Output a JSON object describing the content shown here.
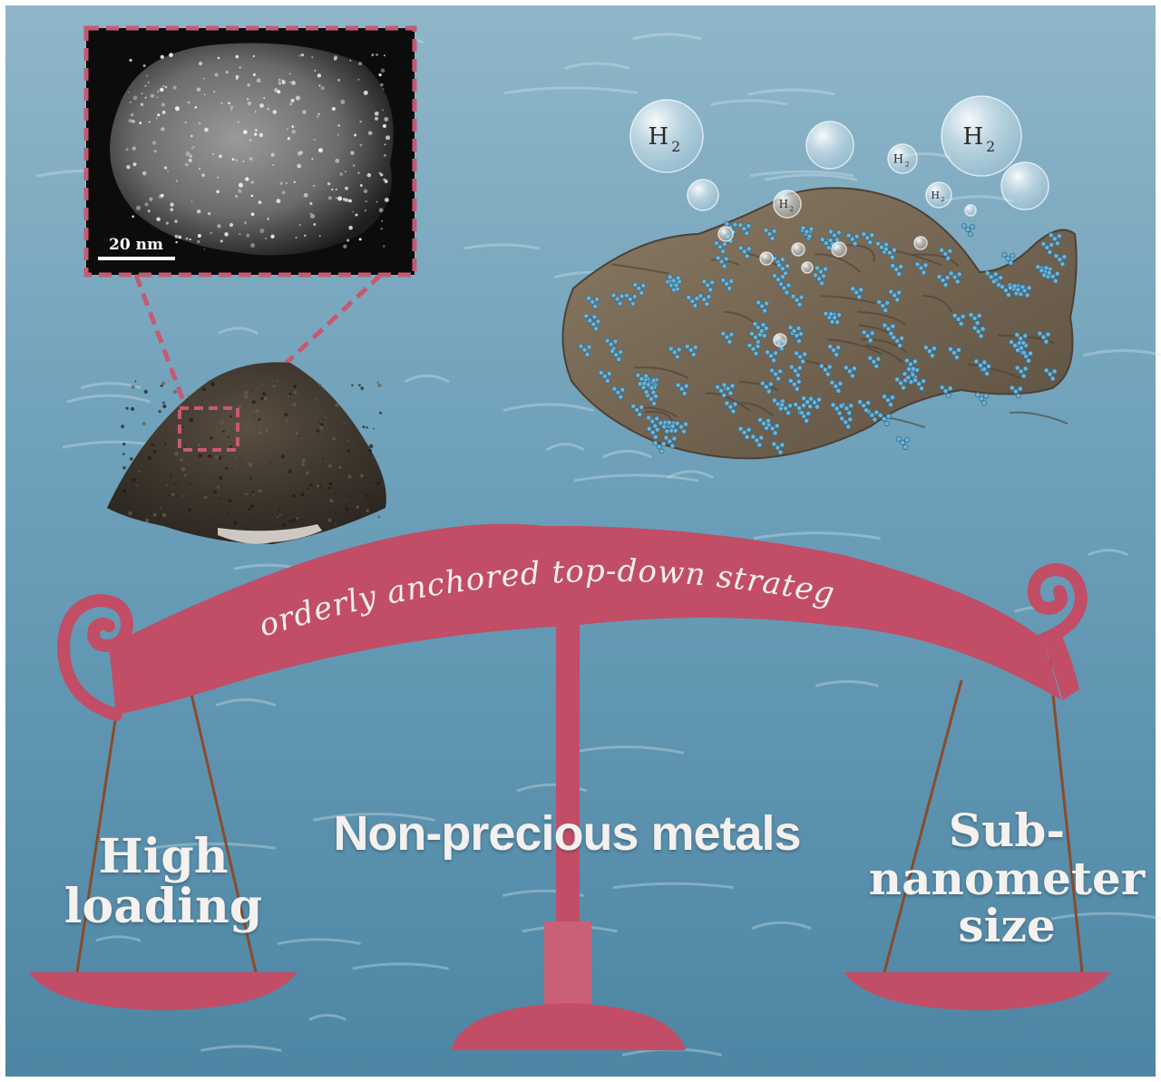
{
  "center_label": "Non-precious metals",
  "beam_text": "orderly anchored top-down strategy",
  "left_pan_label_line1": "High",
  "left_pan_label_line2": "loading",
  "right_pan_label_line1": "Sub-",
  "right_pan_label_line2": "nanometer",
  "right_pan_label_line3": "size",
  "scale_bar_label": "20 nm",
  "h2_label": "H",
  "h2_subscript": "2",
  "colors": {
    "water": "#5f93ad",
    "scale": "#c24d66",
    "inset_border": "#c55a72",
    "powder": "#3d352c",
    "flake": "#7a6a56",
    "text": "#f3f0ee"
  }
}
